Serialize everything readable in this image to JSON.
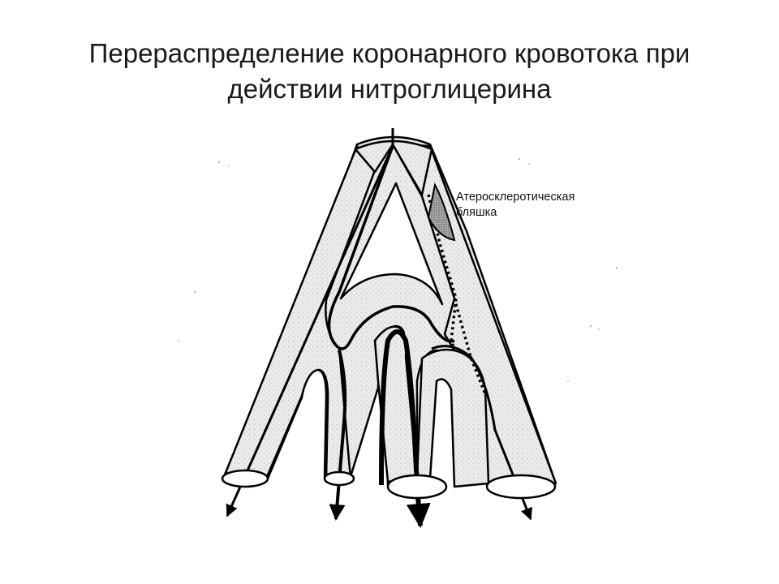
{
  "slide": {
    "title_line1": "Перераспределение коронарного кровотока при",
    "title_line2": "действии нитроглицерина"
  },
  "diagram": {
    "plaque_label_line1": "Атеросклеротическая",
    "plaque_label_line2": "бляшка",
    "colors": {
      "vessel_fill": "#e6e6e6",
      "outline": "#000000",
      "plaque_fill": "#a8a8a8",
      "background": "#ffffff"
    }
  }
}
